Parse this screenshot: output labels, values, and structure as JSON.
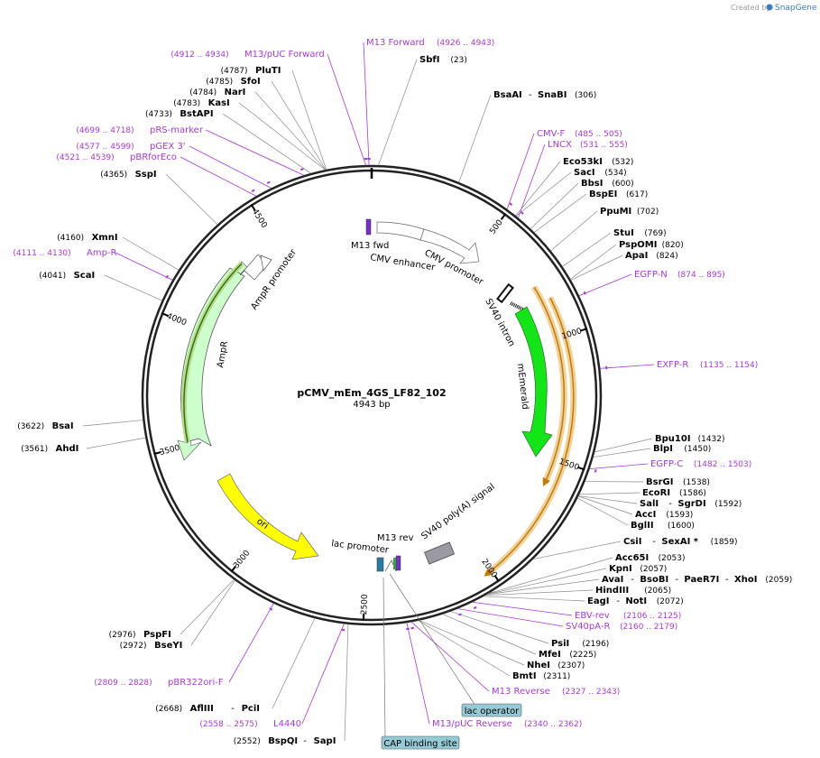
{
  "credit": {
    "created_by": "Created by",
    "brand": "SnapGene"
  },
  "plasmid": {
    "name": "pCMV_mEm_4GS_LF82_102",
    "size_label": "4943 bp",
    "length": 4943
  },
  "ruler_ticks": [
    {
      "pos": 500,
      "label": "500"
    },
    {
      "pos": 1000,
      "label": "1000"
    },
    {
      "pos": 1500,
      "label": "1500"
    },
    {
      "pos": 2000,
      "label": "2000"
    },
    {
      "pos": 2500,
      "label": "2500"
    },
    {
      "pos": 3000,
      "label": "3000"
    },
    {
      "pos": 3500,
      "label": "3500"
    },
    {
      "pos": 4000,
      "label": "4000"
    },
    {
      "pos": 4500,
      "label": "4500"
    }
  ],
  "enzymes": [
    {
      "name": "SbfI",
      "pos_text": "(23)",
      "site": 23,
      "pos_first": false
    },
    {
      "name": "BsaAI",
      "name2": "SnaBI",
      "pos_text": "(306)",
      "site": 306,
      "pos_first": false
    },
    {
      "name": "Eco53kI",
      "pos_text": "(532)",
      "site": 532,
      "pos_first": false
    },
    {
      "name": "SacI",
      "pos_text": "(534)",
      "site": 534,
      "pos_first": false
    },
    {
      "name": "BbsI",
      "pos_text": "(600)",
      "site": 600,
      "pos_first": false
    },
    {
      "name": "BspEI",
      "pos_text": "(617)",
      "site": 617,
      "pos_first": false
    },
    {
      "name": "PpuMI",
      "pos_text": "(702)",
      "site": 702,
      "pos_first": false
    },
    {
      "name": "StuI",
      "pos_text": "(769)",
      "site": 769,
      "pos_first": false
    },
    {
      "name": "PspOMI",
      "pos_text": "(820)",
      "site": 820,
      "pos_first": false
    },
    {
      "name": "ApaI",
      "pos_text": "(824)",
      "site": 824,
      "pos_first": false
    },
    {
      "name": "Bpu10I",
      "pos_text": "(1432)",
      "site": 1432,
      "pos_first": false
    },
    {
      "name": "BlpI",
      "pos_text": "(1450)",
      "site": 1450,
      "pos_first": false
    },
    {
      "name": "BsrGI",
      "pos_text": "(1538)",
      "site": 1538,
      "pos_first": false
    },
    {
      "name": "EcoRI",
      "pos_text": "(1586)",
      "site": 1586,
      "pos_first": false
    },
    {
      "name": "SalI",
      "name2": "SgrDI",
      "pos_text": "(1592)",
      "site": 1592,
      "pos_first": false
    },
    {
      "name": "AccI",
      "pos_text": "(1593)",
      "site": 1593,
      "pos_first": false
    },
    {
      "name": "BglII",
      "pos_text": "(1600)",
      "site": 1600,
      "pos_first": false
    },
    {
      "name": "CsiI",
      "name2": "SexAI *",
      "pos_text": "(1859)",
      "site": 1859,
      "pos_first": false
    },
    {
      "name": "Acc65I",
      "pos_text": "(2053)",
      "site": 2053,
      "pos_first": false
    },
    {
      "name": "KpnI",
      "pos_text": "(2057)",
      "site": 2057,
      "pos_first": false
    },
    {
      "name": "AvaI",
      "name2": "BsoBI",
      "name3": "PaeR7I",
      "name4": "XhoI",
      "pos_text": "(2059)",
      "site": 2059,
      "pos_first": false
    },
    {
      "name": "HindIII",
      "pos_text": "(2065)",
      "site": 2065,
      "pos_first": false
    },
    {
      "name": "EagI",
      "name2": "NotI",
      "pos_text": "(2072)",
      "site": 2072,
      "pos_first": false
    },
    {
      "name": "PsiI",
      "pos_text": "(2196)",
      "site": 2196,
      "pos_first": false
    },
    {
      "name": "MfeI",
      "pos_text": "(2225)",
      "site": 2225,
      "pos_first": false
    },
    {
      "name": "NheI",
      "pos_text": "(2307)",
      "site": 2307,
      "pos_first": false
    },
    {
      "name": "BmtI",
      "pos_text": "(2311)",
      "site": 2311,
      "pos_first": false
    },
    {
      "name": "BspQI",
      "name2": "SapI",
      "pos_text": "(2552)",
      "site": 2552,
      "pos_first": true
    },
    {
      "name": "AflIII",
      "name2": "PciI",
      "pos_text": "(2668)",
      "site": 2668,
      "pos_first": true
    },
    {
      "name": "BseYI",
      "pos_text": "(2972)",
      "site": 2972,
      "pos_first": true
    },
    {
      "name": "PspFI",
      "pos_text": "(2976)",
      "site": 2976,
      "pos_first": true
    },
    {
      "name": "AhdI",
      "pos_text": "(3561)",
      "site": 3561,
      "pos_first": true
    },
    {
      "name": "BsaI",
      "pos_text": "(3622)",
      "site": 3622,
      "pos_first": true
    },
    {
      "name": "ScaI",
      "pos_text": "(4041)",
      "site": 4041,
      "pos_first": true
    },
    {
      "name": "XmnI",
      "pos_text": "(4160)",
      "site": 4160,
      "pos_first": true
    },
    {
      "name": "SspI",
      "pos_text": "(4365)",
      "site": 4365,
      "pos_first": true
    },
    {
      "name": "BstAPI",
      "pos_text": "(4733)",
      "site": 4733,
      "pos_first": true
    },
    {
      "name": "KasI",
      "pos_text": "(4783)",
      "site": 4783,
      "pos_first": true
    },
    {
      "name": "NarI",
      "pos_text": "(4784)",
      "site": 4784,
      "pos_first": true
    },
    {
      "name": "SfoI",
      "pos_text": "(4785)",
      "site": 4785,
      "pos_first": true
    },
    {
      "name": "PluTI",
      "pos_text": "(4787)",
      "site": 4787,
      "pos_first": true
    }
  ],
  "primers": [
    {
      "name": "M13 Forward",
      "range": "(4926 .. 4943)",
      "site": 4934,
      "pos_first": false
    },
    {
      "name": "M13/pUC Forward",
      "range": "(4912 .. 4934)",
      "site": 4923,
      "pos_first": true
    },
    {
      "name": "CMV-F",
      "range": "(485 .. 505)",
      "site": 495,
      "pos_first": false
    },
    {
      "name": "LNCX",
      "range": "(531 .. 555)",
      "site": 543,
      "pos_first": false
    },
    {
      "name": "EGFP-N",
      "range": "(874 .. 895)",
      "site": 884,
      "pos_first": false
    },
    {
      "name": "EXFP-R",
      "range": "(1135 .. 1154)",
      "site": 1144,
      "pos_first": false
    },
    {
      "name": "EGFP-C",
      "range": "(1482 .. 1503)",
      "site": 1492,
      "pos_first": false
    },
    {
      "name": "EBV-rev",
      "range": "(2106 .. 2125)",
      "site": 2115,
      "pos_first": false
    },
    {
      "name": "SV40pA-R",
      "range": "(2160 .. 2179)",
      "site": 2170,
      "pos_first": false
    },
    {
      "name": "M13 Reverse",
      "range": "(2327 .. 2343)",
      "site": 2335,
      "pos_first": false
    },
    {
      "name": "M13/pUC Reverse",
      "range": "(2340 .. 2362)",
      "site": 2351,
      "pos_first": false
    },
    {
      "name": "L4440",
      "range": "(2558 .. 2575)",
      "site": 2566,
      "pos_first": true
    },
    {
      "name": "pBR322ori-F",
      "range": "(2809 .. 2828)",
      "site": 2818,
      "pos_first": true
    },
    {
      "name": "Amp-R",
      "range": "(4111 .. 4130)",
      "site": 4120,
      "pos_first": true
    },
    {
      "name": "pBRforEco",
      "range": "(4521 .. 4539)",
      "site": 4530,
      "pos_first": true
    },
    {
      "name": "pGEX 3'",
      "range": "(4577 .. 4599)",
      "site": 4588,
      "pos_first": true
    },
    {
      "name": "pRS-marker",
      "range": "(4699 .. 4718)",
      "site": 4708,
      "pos_first": true
    }
  ],
  "features": [
    {
      "name": "M13 fwd",
      "color": "#7a2ec9"
    },
    {
      "name": "CMV enhancer",
      "color": "#ffffff"
    },
    {
      "name": "CMV promoter",
      "color": "#ffffff"
    },
    {
      "name": "SV40 intron",
      "color": "#ffffff"
    },
    {
      "name": "mEmerald",
      "color": "#12e617"
    },
    {
      "name": "SV40 poly(A) signal",
      "color": "#9a9aa2"
    },
    {
      "name": "M13 rev",
      "color": "#7a2ec9"
    },
    {
      "name": "lac promoter",
      "color": "#ffffff"
    },
    {
      "name": "ori",
      "color": "#ffff00"
    },
    {
      "name": "AmpR",
      "color": "#ccffcc"
    },
    {
      "name": "AmpR promoter",
      "color": "#ffffff"
    }
  ],
  "boxed_labels": [
    {
      "name": "lac operator",
      "color": "#96cbd6"
    },
    {
      "name": "CAP binding site",
      "color": "#96cbd6"
    }
  ]
}
